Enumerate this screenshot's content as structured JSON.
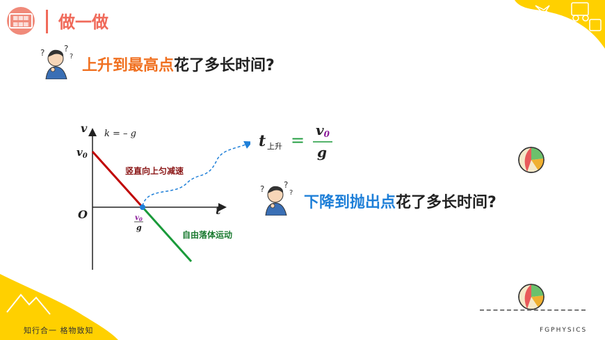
{
  "header": {
    "title": "做一做",
    "logo_text": ""
  },
  "question1": {
    "part1": "上升到最高点",
    "part2": "花了多长时间?"
  },
  "question2": {
    "part1": "下降到抛出点",
    "part2": "花了多长时间?"
  },
  "graph": {
    "v_axis": "v",
    "t_axis": "t",
    "origin": "O",
    "v0": "v",
    "v0_sub": "0",
    "k_label": "k = – g",
    "decel_label": "竖直向上匀减速",
    "freefall_label": "自由落体运动",
    "tick_num": "v",
    "tick_num_sub": "0",
    "tick_den": "g"
  },
  "formula": {
    "t": "t",
    "sub": "上升",
    "eq": "=",
    "num": "v",
    "num_sub": "0",
    "den": "g"
  },
  "footer": {
    "motto": "知行合一  格物致知",
    "brand": "FGPHYSICS"
  },
  "colors": {
    "accent_red": "#f06a5a",
    "orange": "#f07020",
    "blue": "#1e7fd8",
    "line_red": "#c00000",
    "line_green": "#1a9a3a",
    "yellow": "#ffd000"
  }
}
